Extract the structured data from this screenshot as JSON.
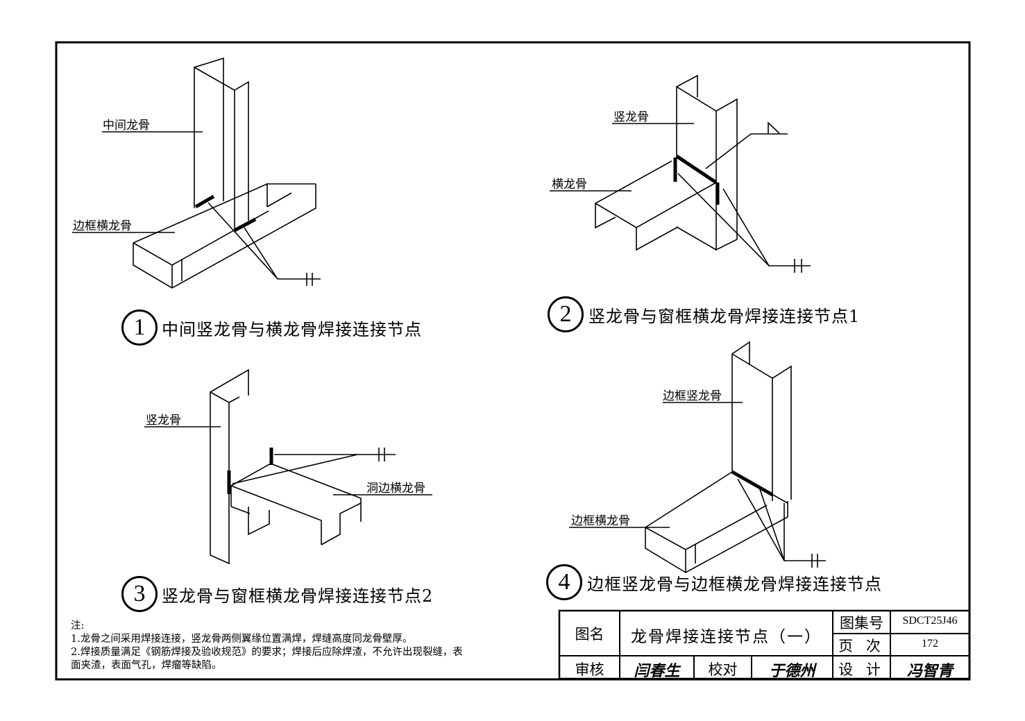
{
  "details": [
    {
      "number": "1",
      "caption": "中间竖龙骨与横龙骨焊接连接节点",
      "labels": [
        "中间龙骨",
        "边框横龙骨"
      ]
    },
    {
      "number": "2",
      "caption": "竖龙骨与窗框横龙骨焊接连接节点1",
      "labels": [
        "竖龙骨",
        "横龙骨"
      ]
    },
    {
      "number": "3",
      "caption": "竖龙骨与窗框横龙骨焊接连接节点2",
      "labels": [
        "竖龙骨",
        "洞边横龙骨"
      ]
    },
    {
      "number": "4",
      "caption": "边框竖龙骨与边框横龙骨焊接连接节点",
      "labels": [
        "边框竖龙骨",
        "边框横龙骨"
      ]
    }
  ],
  "notes": {
    "heading": "注:",
    "items": [
      "1.龙骨之间采用焊接连接，竖龙骨两侧翼缘位置满焊，焊缝高度同龙骨壁厚。",
      "2.焊接质量满足《钢筋焊接及验收规范》的要求；焊接后应除焊渣，不允许出现裂缝，表",
      "面夹渣，表面气孔，焊瘤等缺陷。"
    ]
  },
  "title_block": {
    "name_label": "图名",
    "name_value": "龙骨焊接连接节点（一）",
    "atlas_label": "图集号",
    "atlas_value": "SDCT25J46",
    "page_label": "页 次",
    "page_value": "172",
    "review_label": "审核",
    "review_sig": "闫春生",
    "check_label": "校对",
    "check_sig": "于德州",
    "design_label": "设 计",
    "design_sig": "冯智青"
  }
}
